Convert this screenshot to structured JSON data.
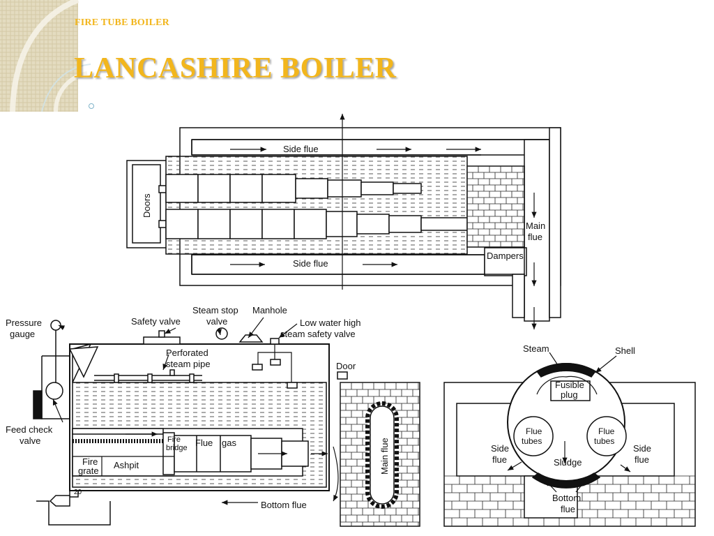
{
  "slide": {
    "subtitle": "FIRE TUBE BOILER",
    "title": "LANCASHIRE BOILER",
    "title_color": "#f2b61d"
  },
  "plan_view": {
    "side_flue_top": "Side flue",
    "side_flue_bottom": "Side flue",
    "doors": "Doors",
    "main_flue_1": "Main",
    "main_flue_2": "flue",
    "dampers": "Dampers"
  },
  "section_view": {
    "pressure_gauge_1": "Pressure",
    "pressure_gauge_2": "gauge",
    "safety_valve": "Safety valve",
    "steam_stop_valve_1": "Steam stop",
    "steam_stop_valve_2": "valve",
    "manhole": "Manhole",
    "low_water_1": "Low water high",
    "low_water_2": "steam safety valve",
    "perforated_1": "Perforated",
    "perforated_2": "steam pipe",
    "door": "Door",
    "feed_check_1": "Feed check",
    "feed_check_2": "valve",
    "fire_bridge_1": "Fire",
    "fire_bridge_2": "bridge",
    "flue_gas_1": "Flue",
    "flue_gas_2": "gas",
    "fire_grate_1": "Fire",
    "fire_grate_2": "grate",
    "ashpit": "Ashpit",
    "number": "20",
    "bottom_flue": "Bottom flue",
    "main_flue": "Main flue"
  },
  "cross_section": {
    "steam": "Steam",
    "shell": "Shell",
    "fusible_1": "Fusible",
    "fusible_2": "plug",
    "flue_tubes_left_1": "Flue",
    "flue_tubes_left_2": "tubes",
    "flue_tubes_right_1": "Flue",
    "flue_tubes_right_2": "tubes",
    "side_flue_left_1": "Side",
    "side_flue_left_2": "flue",
    "side_flue_right_1": "Side",
    "side_flue_right_2": "flue",
    "sludge": "Sludge",
    "bottom_flue_1": "Bottom",
    "bottom_flue_2": "flue"
  }
}
